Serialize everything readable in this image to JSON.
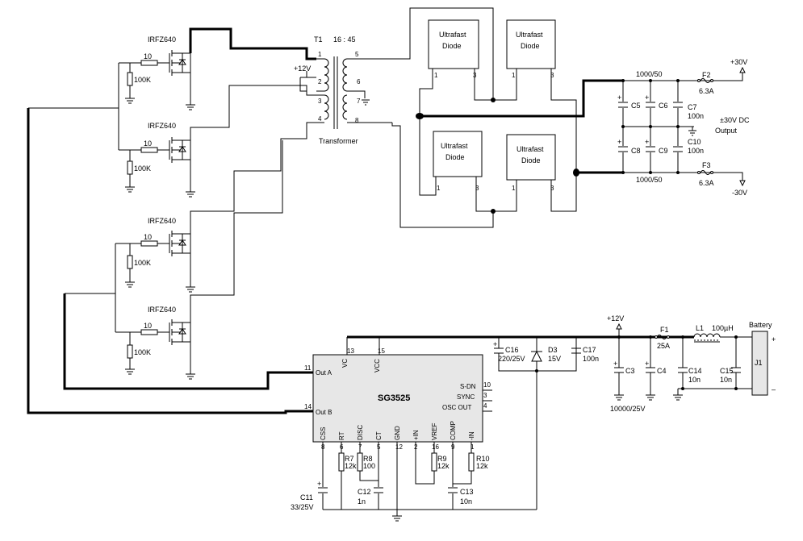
{
  "mosfets": [
    {
      "label": "IRFZ640",
      "gate_r": "10",
      "pulldown_r": "100K"
    },
    {
      "label": "IRFZ640",
      "gate_r": "10",
      "pulldown_r": "100K"
    },
    {
      "label": "IRFZ640",
      "gate_r": "10",
      "pulldown_r": "100K"
    },
    {
      "label": "IRFZ640",
      "gate_r": "10",
      "pulldown_r": "100K"
    }
  ],
  "transformer": {
    "ref": "T1",
    "ratio": "16 : 45",
    "name": "Transformer",
    "supply": "+12V",
    "pins": [
      "1",
      "2",
      "3",
      "4",
      "5",
      "6",
      "7",
      "8"
    ]
  },
  "diodes": [
    {
      "line1": "Ultrafast",
      "line2": "Diode",
      "pin_a": "1",
      "pin_c": "3"
    },
    {
      "line1": "Ultrafast",
      "line2": "Diode",
      "pin_a": "1",
      "pin_c": "3"
    },
    {
      "line1": "Ultrafast",
      "line2": "Diode",
      "pin_a": "1",
      "pin_c": "3"
    },
    {
      "line1": "Ultrafast",
      "line2": "Diode",
      "pin_a": "1",
      "pin_c": "3"
    }
  ],
  "output": {
    "cap_top": "1000/50",
    "cap_bottom": "1000/50",
    "c5": "C5",
    "c6": "C6",
    "c7": "C7",
    "c7_val": "100n",
    "c8": "C8",
    "c9": "C9",
    "c10": "C10",
    "c10_val": "100n",
    "f2": "F2",
    "f2_val": "6.3A",
    "f3": "F3",
    "f3_val": "6.3A",
    "pos_label": "+30V",
    "neg_label": "-30V",
    "desc1": "±30V DC",
    "desc2": "Output"
  },
  "controller": {
    "name": "SG3525",
    "out_a": "Out A",
    "out_a_pin": "11",
    "out_b": "Out B",
    "out_b_pin": "14",
    "vc": "VC",
    "vc_pin": "13",
    "vcc": "VCC",
    "vcc_pin": "15",
    "sdn": "S-DN",
    "sdn_pin": "10",
    "sync": "SYNC",
    "sync_pin": "3",
    "oscout": "OSC OUT",
    "oscout_pin": "4",
    "bottom_pins": [
      {
        "name": "CSS",
        "num": "8"
      },
      {
        "name": "RT",
        "num": "6"
      },
      {
        "name": "DISC",
        "num": "7"
      },
      {
        "name": "CT",
        "num": "5"
      },
      {
        "name": "GND",
        "num": "12"
      },
      {
        "name": "+IN",
        "num": "2"
      },
      {
        "name": "VREF",
        "num": "16"
      },
      {
        "name": "COMP",
        "num": "9"
      },
      {
        "name": "-IN",
        "num": "1"
      }
    ]
  },
  "timing": {
    "r7": "R7",
    "r7_val": "12k",
    "r8": "R8",
    "r8_val": "100",
    "r9": "R9",
    "r9_val": "12k",
    "r10": "R10",
    "r10_val": "12k",
    "c11": "C11",
    "c11_val": "33/25V",
    "c12": "C12",
    "c12_val": "1n",
    "c13": "C13",
    "c13_val": "10n"
  },
  "supply": {
    "c16": "C16",
    "c16_val": "220/25V",
    "d3": "D3",
    "d3_val": "15V",
    "c17": "C17",
    "c17_val": "100n",
    "plus12": "+12V",
    "c3": "C3",
    "c4": "C4",
    "c34_val": "10000/25V",
    "f1": "F1",
    "f1_val": "25A",
    "l1": "L1",
    "l1_val": "100µH",
    "c14": "C14",
    "c14_val": "10n",
    "c15": "C15",
    "c15_val": "10n",
    "battery": "Battery",
    "j1": "J1",
    "plus": "+",
    "minus": "–"
  }
}
